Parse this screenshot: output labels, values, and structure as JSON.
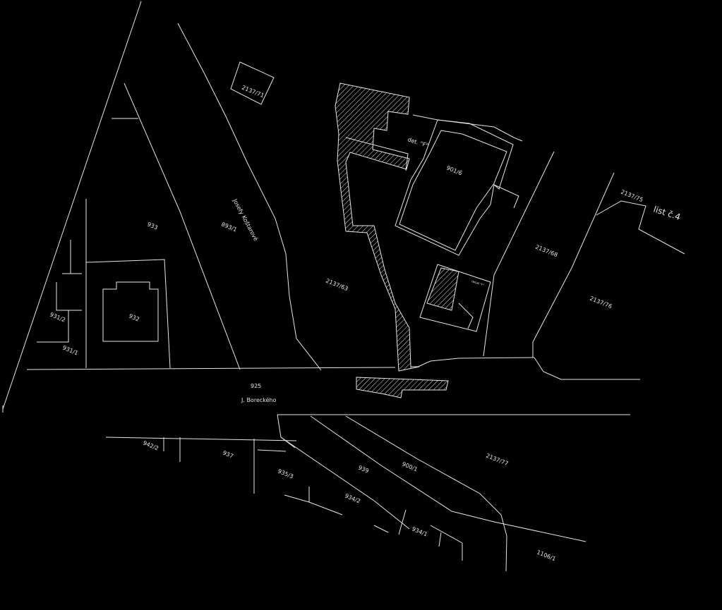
{
  "parcels": {
    "p2137_71": "2137/71",
    "p2137_75": "2137/75",
    "p2137_68": "2137/68",
    "p2137_76": "2137/76",
    "p2137_63": "2137/63",
    "p2137_77": "2137/77",
    "p901_6": "901/6",
    "p933": "933",
    "p893_1": "893/1",
    "p932": "932",
    "p931_2": "931/2",
    "p931_1": "931/1",
    "p925": "925",
    "p942_2": "942/2",
    "p937": "937",
    "p935_3": "935/3",
    "p939": "939",
    "p900_1": "900/1",
    "p934_2": "934/2",
    "p934_1": "934/1",
    "p1106_1": "1106/1"
  },
  "streets": {
    "boreckeho": "J. Boreckého",
    "kostarove": "Josefy Koštarové"
  },
  "sheet_ref": "list č.4",
  "detail_refs": {
    "det_f_top": "det. \"F\"",
    "det_f_small": "detail \"F\""
  }
}
